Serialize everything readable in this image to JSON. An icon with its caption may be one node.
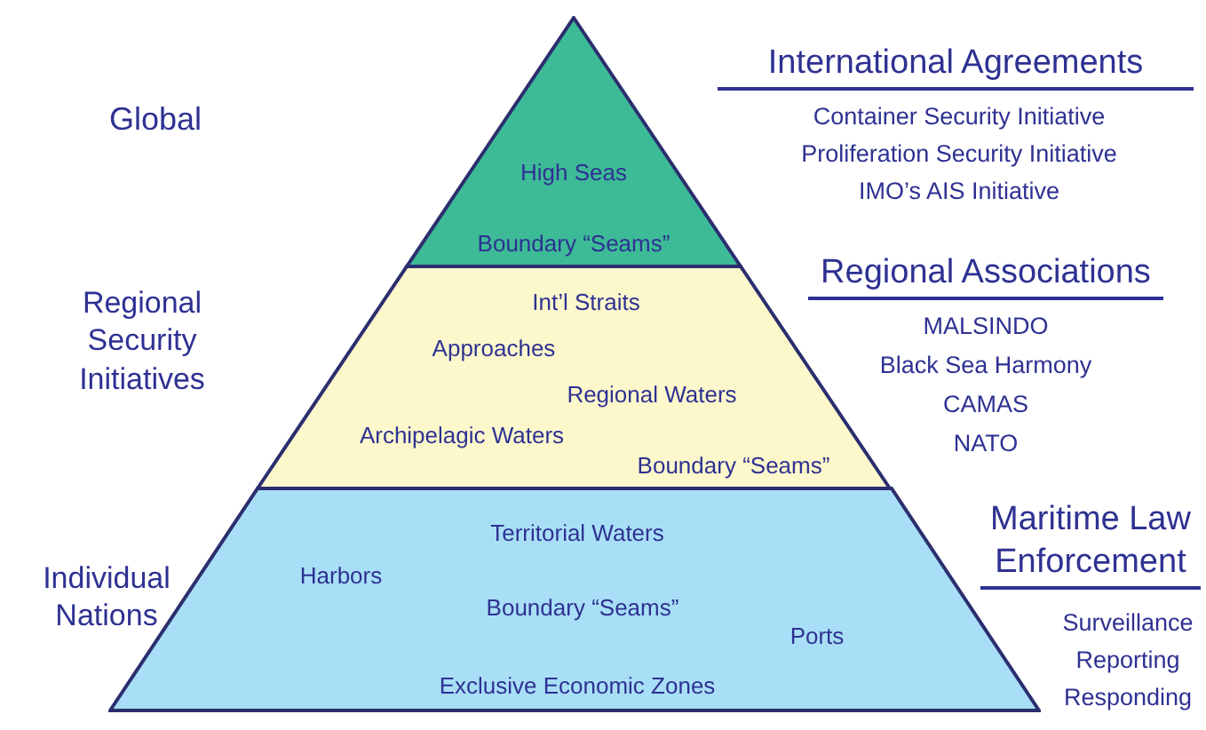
{
  "diagram": {
    "nodes": [
      {
        "text": [
          "High Seas",
          "Boundary “Seams”"
        ]
      },
      {
        "text": [
          "Int’l Straits",
          "Approaches",
          "Regional Waters",
          "Archipelagic Waters",
          "Boundary “Seams”"
        ]
      },
      {
        "text": [
          "Territorial Waters",
          "Harbors",
          "Boundary “Seams”",
          "Ports",
          "Exclusive Economic Zones"
        ]
      }
    ],
    "labels": [
      "Global",
      "International Agreements",
      "Container Security Initiative",
      "Proliferation Security Initiative",
      "IMO’s AIS Initiative",
      "Regional Security Initiatives",
      "Regional Associations",
      "MALSINDO",
      "Black Sea Harmony",
      "CAMAS",
      "NATO",
      "Individual Nations",
      "Maritime Law Enforcement",
      "Surveillance",
      "Reporting",
      "Responding"
    ]
  }
}
